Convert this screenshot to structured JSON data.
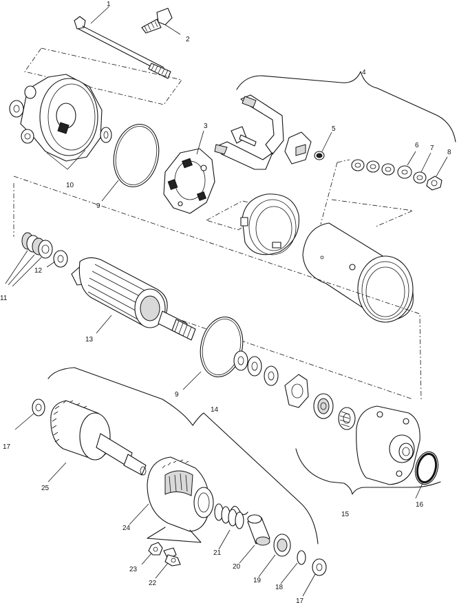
{
  "labels": {
    "l1": "1",
    "l2": "2",
    "l3": "3",
    "l4": "4",
    "l5": "5",
    "l6": "6",
    "l7": "7",
    "l8": "8",
    "l9a": "9",
    "l9b": "9",
    "l10": "10",
    "l11": "11",
    "l12": "12",
    "l13": "13",
    "l14": "14",
    "l15": "15",
    "l16": "16",
    "l17a": "17",
    "l17b": "17",
    "l18": "18",
    "l19": "19",
    "l20": "20",
    "l21": "21",
    "l22": "22",
    "l23": "23",
    "l24": "24",
    "l25": "25"
  }
}
